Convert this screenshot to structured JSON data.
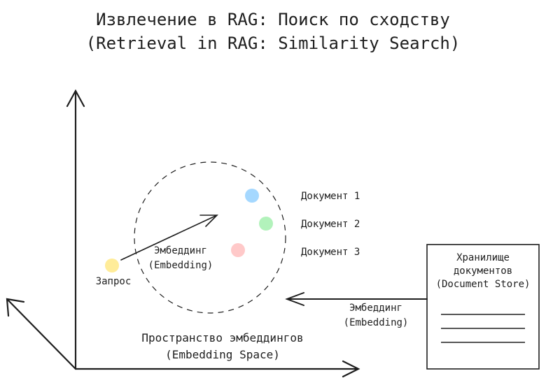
{
  "title": {
    "line1": "Извлечение в RAG: Поиск по сходству",
    "line2": "(Retrieval in RAG: Similarity Search)"
  },
  "query": {
    "label": "Запрос",
    "color": "#ffec99"
  },
  "documents": [
    {
      "label": "Документ 1",
      "color": "#a5d8ff"
    },
    {
      "label": "Документ 2",
      "color": "#b2f2bb"
    },
    {
      "label": "Документ 3",
      "color": "#ffc9c9"
    }
  ],
  "query_embedding": {
    "line1": "Эмбеддинг",
    "line2": "(Embedding)"
  },
  "store_embedding": {
    "line1": "Эмбеддинг",
    "line2": "(Embedding)"
  },
  "document_store": {
    "line1": "Хранилище",
    "line2": "документов",
    "line3": "(Document Store)"
  },
  "embedding_space": {
    "line1": "Пространство эмбеддингов",
    "line2": "(Embedding Space)"
  }
}
